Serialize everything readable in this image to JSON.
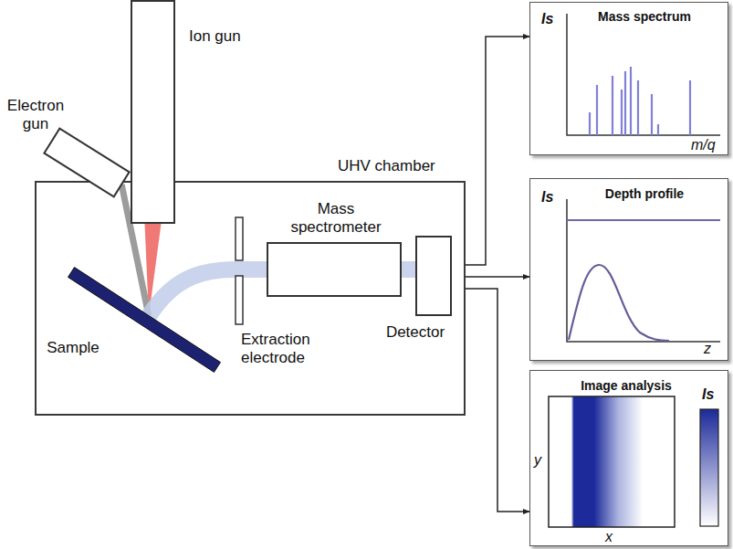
{
  "diagram": {
    "nodes": [
      {
        "text": [
          "UHV chamber"
        ]
      },
      {
        "text": [
          "Ion gun"
        ]
      },
      {
        "text": [
          "Electron gun"
        ]
      },
      {
        "text": [
          "Sample"
        ],
        "in": 0
      },
      {
        "text": [
          "Extraction electrode"
        ],
        "in": 0
      },
      {
        "text": [
          "Mass spectrometer"
        ],
        "in": 0
      },
      {
        "text": [
          "Detector"
        ],
        "in": 0
      },
      {
        "text": [
          "Mass spectrum",
          "Is",
          "m/q"
        ]
      },
      {
        "text": [
          "Depth profile",
          "Is",
          "z"
        ]
      },
      {
        "text": [
          "Image analysis",
          "Is",
          "y",
          "x"
        ]
      }
    ],
    "edges": [
      {
        "from": 1,
        "to": 3,
        "arrow": "none"
      },
      {
        "from": 2,
        "to": 3,
        "arrow": "none"
      },
      {
        "from": 3,
        "to": 5,
        "arrow": "none"
      },
      {
        "from": 5,
        "to": 6,
        "arrow": "none"
      },
      {
        "from": 0,
        "to": 7,
        "arrow": "to"
      },
      {
        "from": 0,
        "to": 8,
        "arrow": "to"
      },
      {
        "from": 0,
        "to": 9,
        "arrow": "to"
      }
    ]
  }
}
